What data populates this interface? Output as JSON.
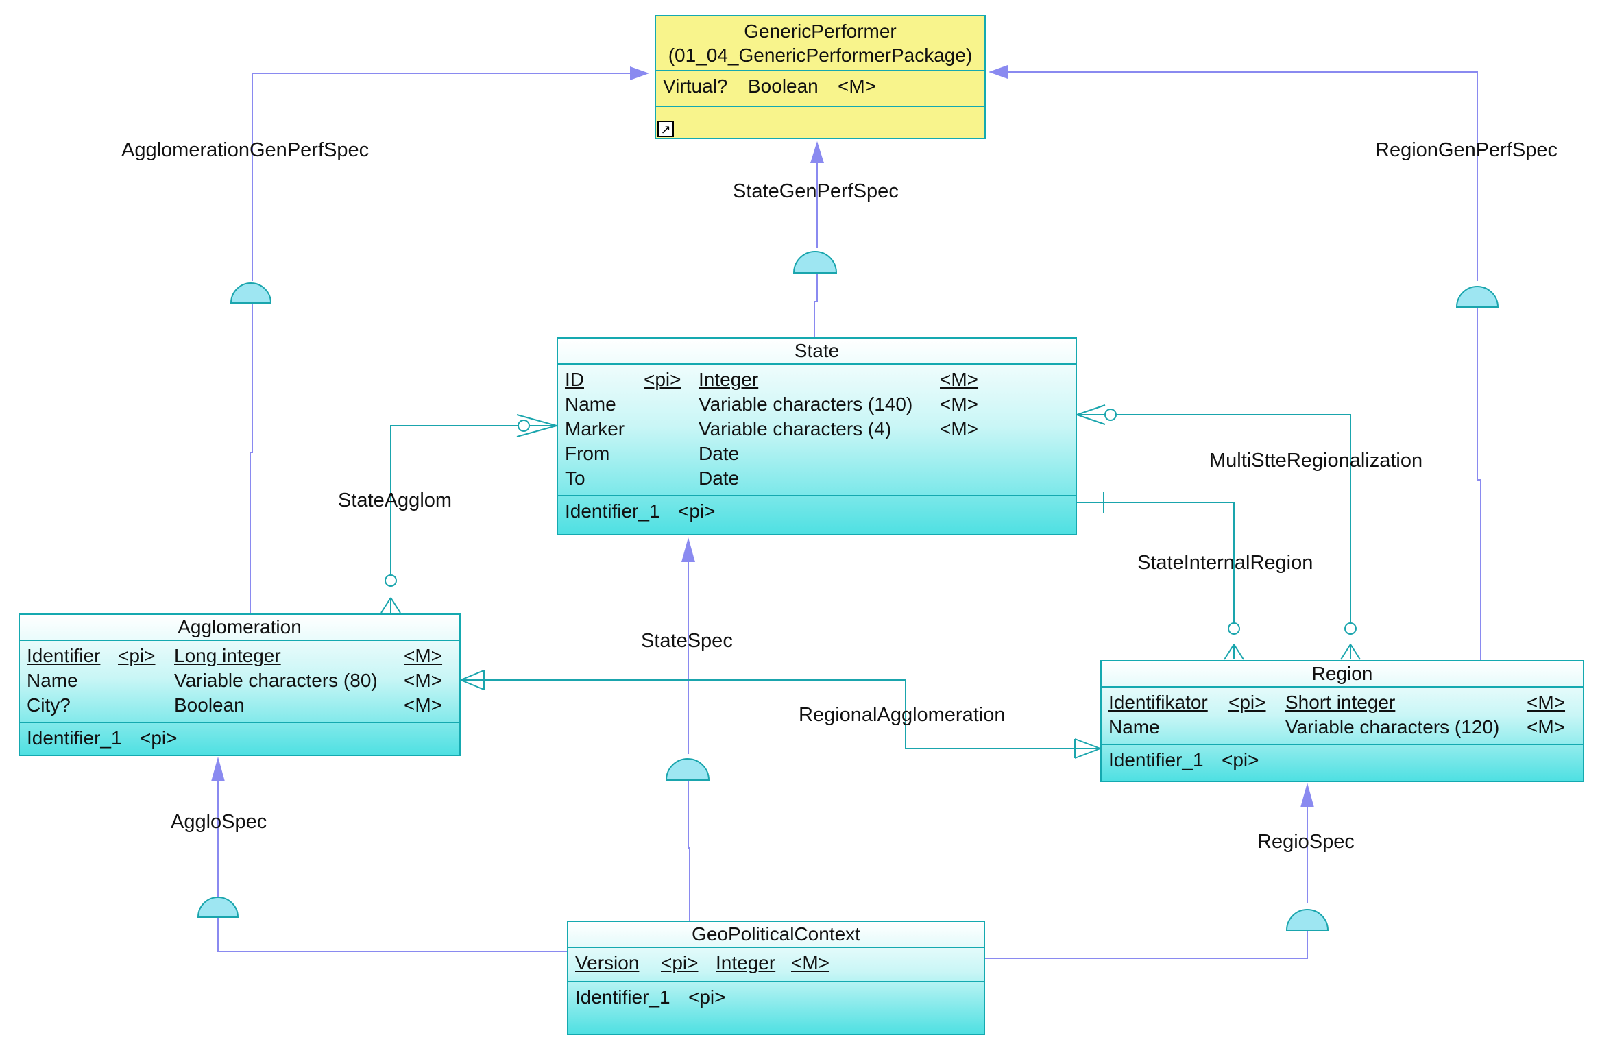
{
  "entities": {
    "generic_performer": {
      "name": "GenericPerformer",
      "package": "(01_04_GenericPerformerPackage)",
      "attributes": [
        {
          "name": "Virtual?",
          "type": "Boolean",
          "mandatory": "<M>"
        }
      ]
    },
    "state": {
      "name": "State",
      "attributes": [
        {
          "name": "ID",
          "pi": "<pi>",
          "type": "Integer",
          "mandatory": "<M>"
        },
        {
          "name": "Name",
          "pi": "",
          "type": "Variable characters (140)",
          "mandatory": "<M>"
        },
        {
          "name": "Marker",
          "pi": "",
          "type": "Variable characters (4)",
          "mandatory": "<M>"
        },
        {
          "name": "From",
          "pi": "",
          "type": "Date",
          "mandatory": ""
        },
        {
          "name": "To",
          "pi": "",
          "type": "Date",
          "mandatory": ""
        }
      ],
      "identifier": {
        "name": "Identifier_1",
        "pi": "<pi>"
      }
    },
    "agglomeration": {
      "name": "Agglomeration",
      "attributes": [
        {
          "name": "Identifier",
          "pi": "<pi>",
          "type": "Long integer",
          "mandatory": "<M>"
        },
        {
          "name": "Name",
          "pi": "",
          "type": "Variable characters (80)",
          "mandatory": "<M>"
        },
        {
          "name": "City?",
          "pi": "",
          "type": "Boolean",
          "mandatory": "<M>"
        }
      ],
      "identifier": {
        "name": "Identifier_1",
        "pi": "<pi>"
      }
    },
    "region": {
      "name": "Region",
      "attributes": [
        {
          "name": "Identifikator",
          "pi": "<pi>",
          "type": "Short integer",
          "mandatory": "<M>"
        },
        {
          "name": "Name",
          "pi": "",
          "type": "Variable characters (120)",
          "mandatory": "<M>"
        }
      ],
      "identifier": {
        "name": "Identifier_1",
        "pi": "<pi>"
      }
    },
    "geopolitical_context": {
      "name": "GeoPoliticalContext",
      "attributes": [
        {
          "name": "Version",
          "pi": "<pi>",
          "type": "Integer",
          "mandatory": "<M>"
        }
      ],
      "identifier": {
        "name": "Identifier_1",
        "pi": "<pi>"
      }
    }
  },
  "relationships": {
    "agglomeration_gen_perf_spec": "AgglomerationGenPerfSpec",
    "region_gen_perf_spec": "RegionGenPerfSpec",
    "state_gen_perf_spec": "StateGenPerfSpec",
    "state_agglom": "StateAgglom",
    "multi_state_regionalization": "MultiStteRegionalization",
    "state_internal_region": "StateInternalRegion",
    "state_spec": "StateSpec",
    "regional_agglomeration": "RegionalAgglomeration",
    "agglo_spec": "AggloSpec",
    "regio_spec": "RegioSpec"
  },
  "colors": {
    "inheritance_line": "#8a8af0",
    "relationship_line": "#1aa5ad",
    "entity_border": "#15a9b0",
    "entity_fill": "#4fe0e2",
    "shortcut_fill": "#f8f48c"
  },
  "icons": {
    "shortcut": "shortcut-arrow-icon"
  }
}
